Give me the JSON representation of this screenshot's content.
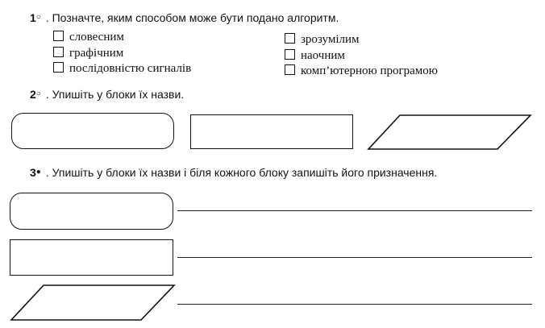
{
  "task1": {
    "number": "1",
    "mark": "○",
    "text": ". Позначте, яким способом може бути подано алгоритм.",
    "options": [
      "словесним",
      "графічним",
      "послідовністю сигналів",
      "зрозумілим",
      "наочним",
      "комп’ютерною програмою"
    ]
  },
  "task2": {
    "number": "2",
    "mark": "○",
    "text": ". Упишіть у блоки їх назви."
  },
  "task3": {
    "number": "3",
    "mark": "●",
    "text": ". Упишіть у блоки їх назви і біля кожного блоку запишіть його призначення."
  }
}
